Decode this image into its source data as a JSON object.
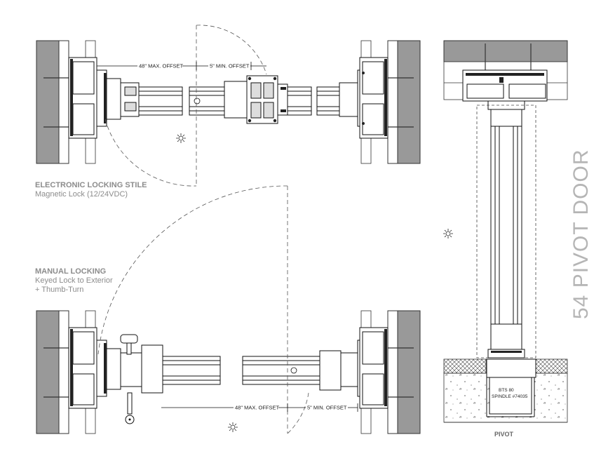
{
  "title": "54 PIVOT DOOR",
  "electronic": {
    "heading": "ELECTRONIC LOCKING STILE",
    "sub": "Magnetic Lock (12/24VDC)"
  },
  "manual": {
    "heading": "MANUAL LOCKING",
    "line1": "Keyed Lock to Exterior",
    "line2": "+ Thumb-Turn"
  },
  "dims": {
    "max_offset": "48\" MAX. OFFSET",
    "min_offset": "5\" MIN. OFFSET"
  },
  "pivot": {
    "label": "PIVOT",
    "bts": "BTS 80",
    "spindle": "SPINDLE #74035"
  }
}
